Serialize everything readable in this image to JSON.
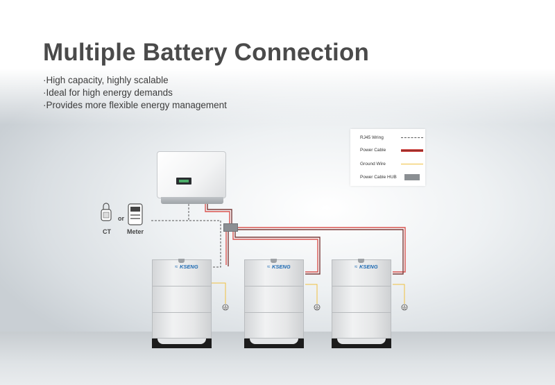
{
  "title": "Multiple Battery Connection",
  "bullets": [
    "·High capacity, highly scalable",
    "·Ideal for high energy demands",
    "·Provides more flexible energy management"
  ],
  "legend": {
    "items": [
      {
        "label": "RJ45 Wring",
        "style": "dashed",
        "color": "#555555"
      },
      {
        "label": "Power Cable",
        "style": "double",
        "color": "#d9534f"
      },
      {
        "label": "Ground Wire",
        "style": "solid",
        "color": "#f0c040"
      },
      {
        "label": "Power Cable HUB",
        "style": "block",
        "color": "#8b8f93"
      }
    ]
  },
  "devices": {
    "ct_label": "CT",
    "or_label": "or",
    "meter_label": "Meter"
  },
  "battery_brand": "KSENG",
  "battery_count": 3,
  "colors": {
    "title": "#4a4a4a",
    "power_cable_red": "#d9534f",
    "ground_wire": "#f0c040",
    "rj45": "#555555",
    "brand_blue": "#1d6ab3"
  },
  "icons": [
    "ground-symbol-icon",
    "ct-clamp-icon",
    "meter-icon",
    "kseng-logo-icon"
  ]
}
